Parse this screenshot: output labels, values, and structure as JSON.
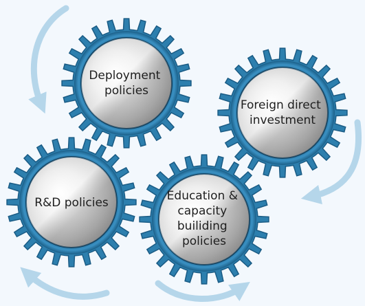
{
  "gears": [
    {
      "id": "deployment",
      "lines": [
        "Deployment",
        "policies"
      ]
    },
    {
      "id": "fdi",
      "lines": [
        "Foreign direct",
        "investment"
      ]
    },
    {
      "id": "rnd",
      "lines": [
        "R&D policies"
      ]
    },
    {
      "id": "education",
      "lines": [
        "Education &",
        "capacity",
        "builiding",
        "policies"
      ]
    }
  ],
  "colors": {
    "background": "#f3f8fd",
    "gear_outer": "#2d7fae",
    "gear_dark": "#15557c",
    "metal_light": "#f2f2f2",
    "metal_dark": "#8a8a8a",
    "arrow": "#b5d6ea",
    "text": "#1e1e1e"
  }
}
